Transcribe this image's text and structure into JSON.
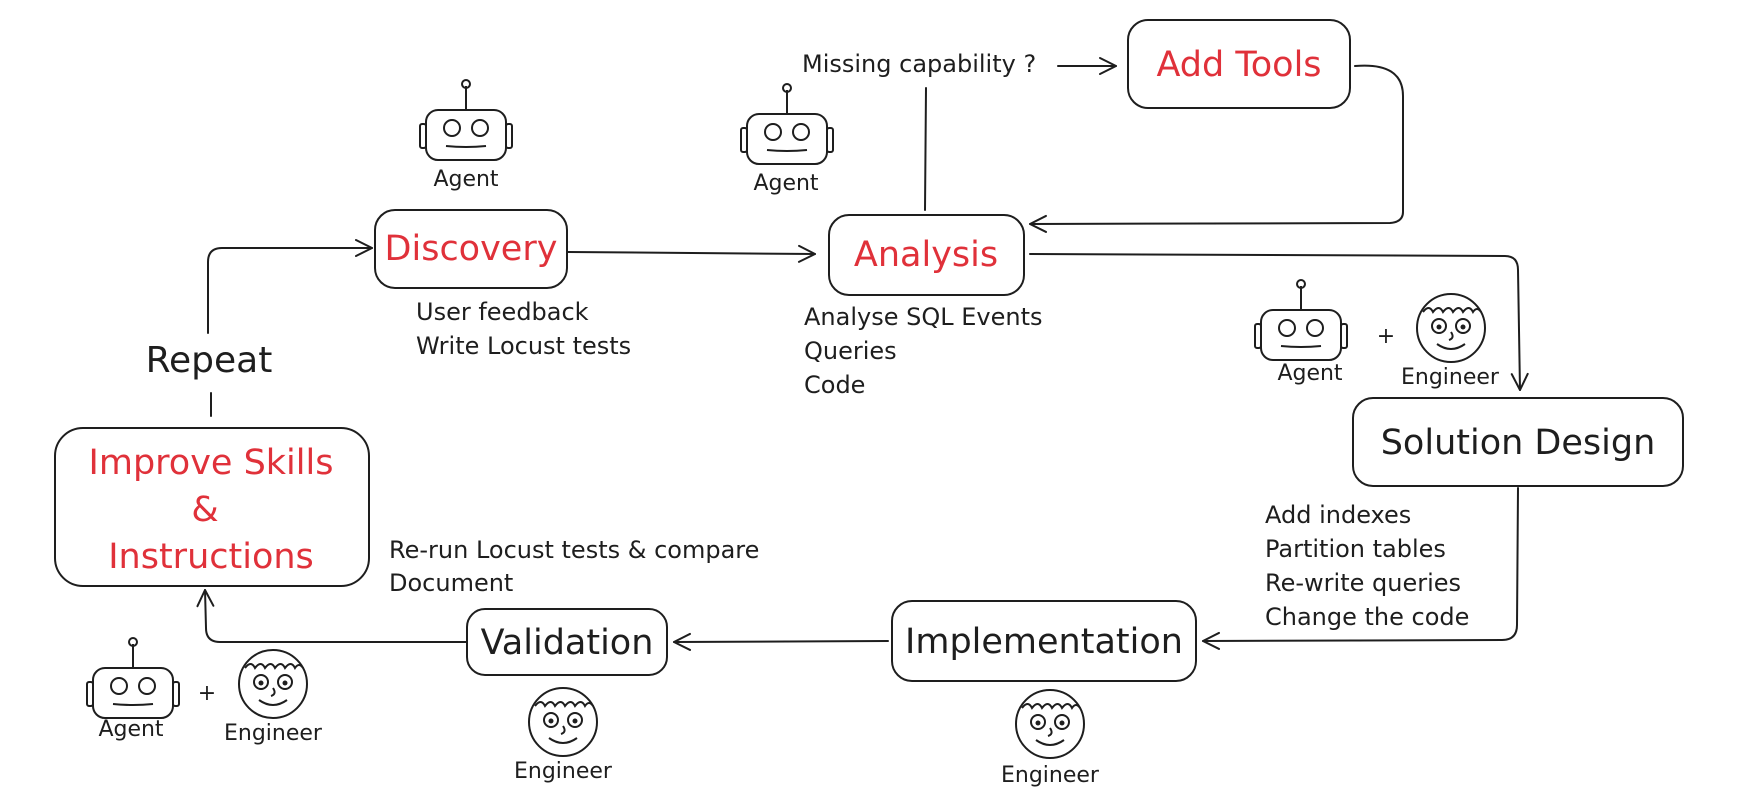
{
  "nodes": {
    "discovery": "Discovery",
    "analysis": "Analysis",
    "add_tools": "Add Tools",
    "solution_design": "Solution Design",
    "implementation": "Implementation",
    "validation": "Validation",
    "improve_line1": "Improve Skills",
    "improve_line2": "&",
    "improve_line3": "Instructions"
  },
  "labels": {
    "repeat": "Repeat",
    "missing_capability": "Missing capability ?",
    "plus": "+"
  },
  "actors": {
    "agent": "Agent",
    "engineer": "Engineer"
  },
  "notes": {
    "discovery": [
      "User feedback",
      "Write Locust tests"
    ],
    "analysis": [
      "Analyse SQL Events",
      "Queries",
      "Code"
    ],
    "solution_design": [
      "Add indexes",
      "Partition tables",
      "Re-write queries",
      "Change the code"
    ],
    "validation": [
      "Re-run Locust tests & compare",
      "Document"
    ]
  },
  "colors": {
    "ink": "#1e1e1e",
    "accent": "#e0313a"
  }
}
